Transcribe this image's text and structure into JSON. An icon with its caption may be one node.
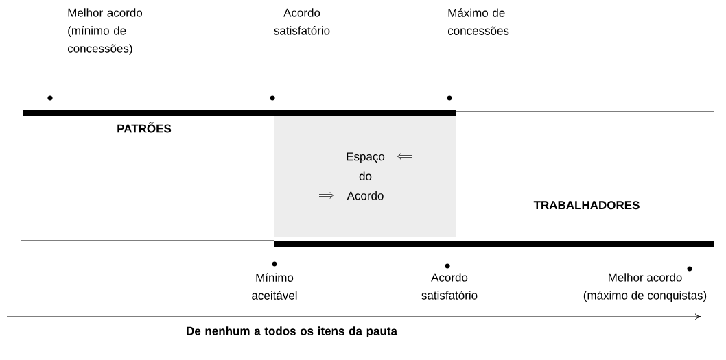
{
  "diagram": {
    "nodes": [
      {
        "text": [
          "Espaço do Acordo"
        ]
      }
    ],
    "labels": [
      "Melhor acordo (mínimo de concessões)",
      "Acordo satisfatório",
      "Máximo de concessões",
      "PATRÕES",
      "TRABALHADORES",
      "Mínimo aceitável",
      "Acordo satisfatório",
      "Melhor acordo (máximo de conquistas)",
      "De nenhum a todos os itens da pauta"
    ]
  }
}
